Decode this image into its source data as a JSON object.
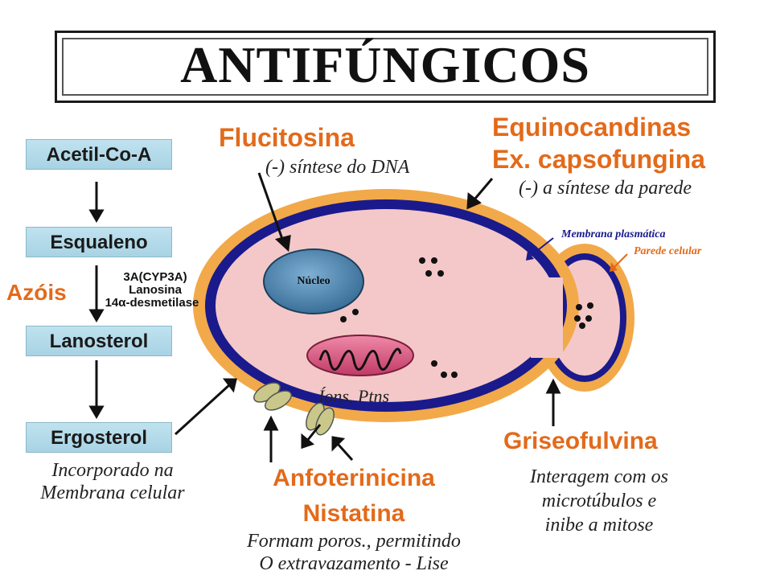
{
  "title": "ANTIFÚNGICOS",
  "pathway": {
    "acetil": "Acetil-Co-A",
    "esqualeno": "Esqualeno",
    "lanosterol": "Lanosterol",
    "ergosterol": "Ergosterol",
    "enzyme_line1": "3A(CYP3A)",
    "enzyme_line2": "Lanosina",
    "enzyme_line3": "14α-desmetilase",
    "azois": "Azóis",
    "incorporado_line1": "Incorporado na",
    "incorporado_line2": "Membrana celular"
  },
  "flucitosina": {
    "name": "Flucitosina",
    "desc": "(-) síntese do DNA"
  },
  "equinocandinas": {
    "name": "Equinocandinas",
    "example": "Ex. capsofungina",
    "desc": "(-) a síntese da parede"
  },
  "cell": {
    "membrana": "Membrana plasmática",
    "parede": "Parede celular",
    "nucleo": "Núcleo",
    "ions": "Íons, Ptns"
  },
  "griseofulvina": {
    "name": "Griseofulvina",
    "desc_line1": "Interagem com os",
    "desc_line2": "microtúbulos e",
    "desc_line3": "inibe a mitose"
  },
  "anfoterinicina": {
    "name1": "Anfoterinicina",
    "name2": "Nistatina",
    "desc_line1": "Formam poros., permitindo",
    "desc_line2": "O extravazamento - Lise"
  },
  "colors": {
    "orange": "#e36a1a",
    "wall": "#f2a94a",
    "membrane": "#1a1a8c",
    "cytoplasm": "#f4c8c8",
    "nucleus": "#4a7fa6",
    "mitochondria": "#d9527a"
  }
}
